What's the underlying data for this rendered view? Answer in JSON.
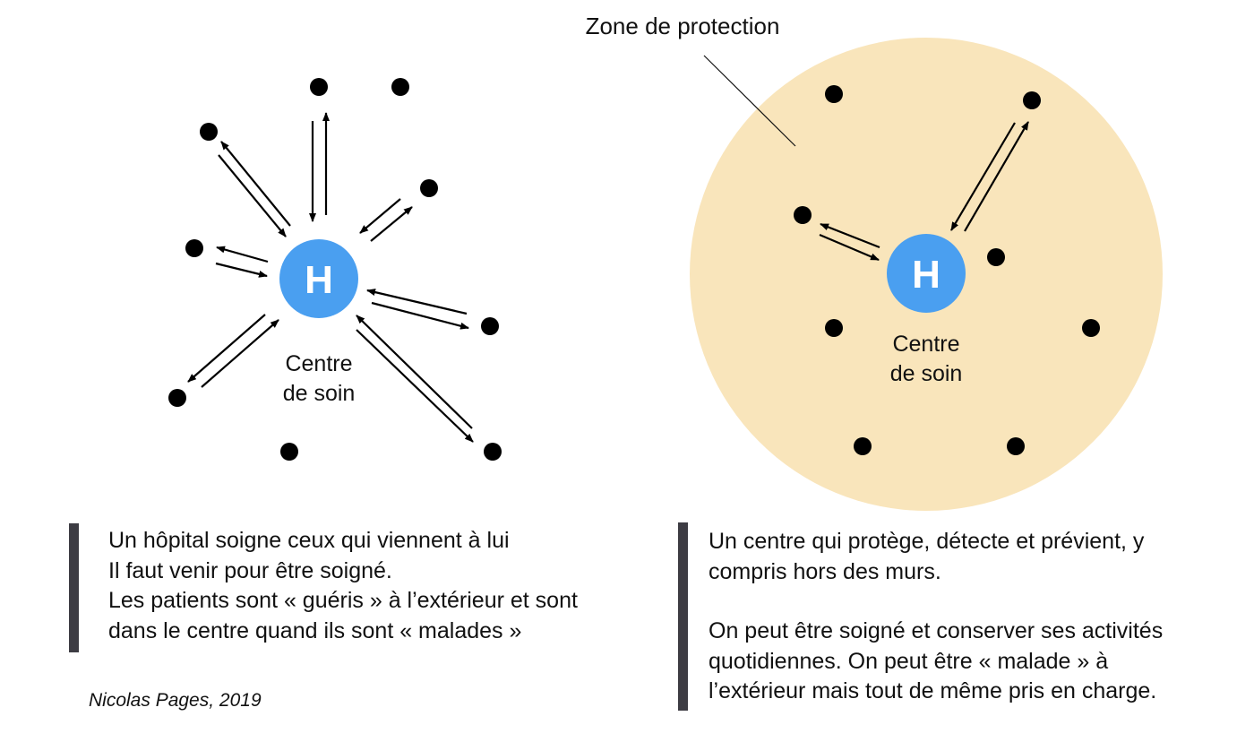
{
  "left_panel": {
    "hub_label": "H",
    "hub_caption": [
      "Centre",
      "de soin"
    ],
    "description": [
      "Un hôpital soigne ceux qui viennent à lui",
      "Il faut venir pour être soigné.",
      "Les patients sont « guéris » à l’extérieur et sont",
      "dans le centre quand ils sont « malades »"
    ]
  },
  "right_panel": {
    "zone_label": "Zone de protection",
    "hub_label": "H",
    "hub_caption": [
      "Centre",
      "de soin"
    ],
    "description_paragraph_1": [
      "Un centre qui protège, détecte et prévient, y",
      "compris hors des murs."
    ],
    "description_paragraph_2": [
      "On peut être soigné et conserver ses activités",
      "quotidiennes. On peut être « malade » à",
      "l’extérieur mais tout de même pris en charge."
    ]
  },
  "credit": "Nicolas Pages, 2019",
  "colors": {
    "hub": "#4a9ff0",
    "zone": "#f9e5bb",
    "dots": "#000000",
    "caption_bar": "#3d3c43"
  }
}
